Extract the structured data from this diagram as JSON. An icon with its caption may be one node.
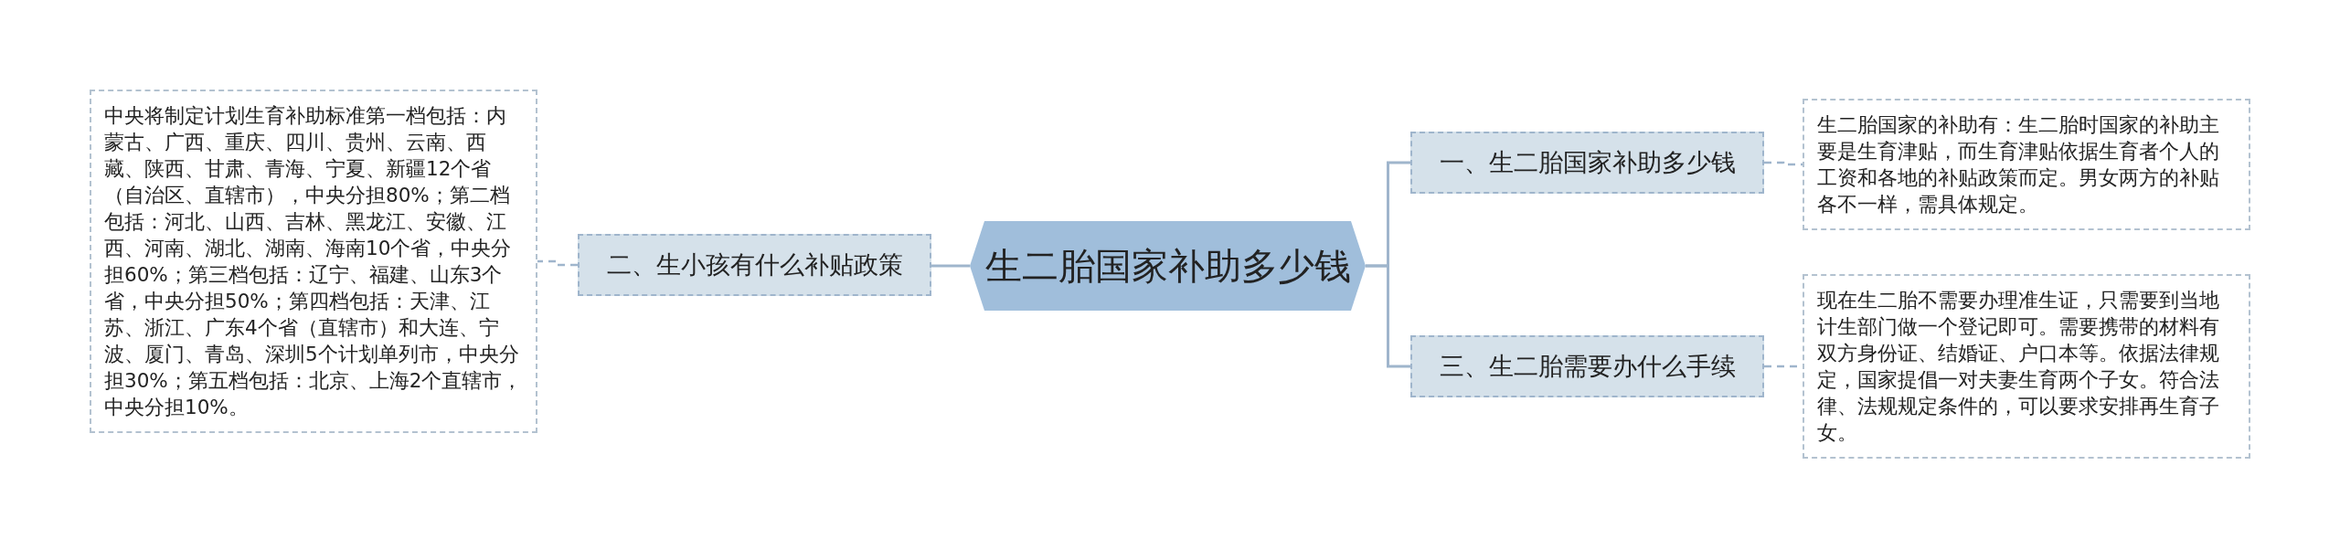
{
  "diagram": {
    "nodes": [
      {
        "text": [
          "生二胎国家补助多少钱"
        ]
      },
      {
        "text": [
          "一、生二胎国家补助多少钱"
        ]
      },
      {
        "text": [
          "生二胎国家的补助有：生二胎时国家的补助主要是生育津贴，而生育津贴依据生育者个人的工资和各地的补贴政策而定。男女两方的补贴各不一样，需具体规定。"
        ]
      },
      {
        "text": [
          "二、生小孩有什么补贴政策"
        ]
      },
      {
        "text": [
          "中央将制定计划生育补助标准第一档包括：内蒙古、广西、重庆、四川、贵州、云南、西藏、陕西、甘肃、青海、宁夏、新疆12个省（自治区、直辖市），中央分担80%；第二档包括：河北、山西、吉林、黑龙江、安徽、江西、河南、湖北、湖南、海南10个省，中央分担60%；第三档包括：辽宁、福建、山东3个省，中央分担50%；第四档包括：天津、江苏、浙江、广东4个省（直辖市）和大连、宁波、厦门、青岛、深圳5个计划单列市，中央分担30%；第五档包括：北京、上海2个直辖市，中央分担10%。"
        ]
      },
      {
        "text": [
          "三、生二胎需要办什么手续"
        ]
      },
      {
        "text": [
          "现在生二胎不需要办理准生证，只需要到当地计生部门做一个登记即可。需要携带的材料有双方身份证、结婚证、户口本等。依据法律规定，国家提倡一对夫妻生育两个子女。符合法律、法规规定条件的，可以要求安排再生育子女。"
        ]
      }
    ],
    "edges": [
      {
        "from": 0,
        "to": 1,
        "arrow": "none"
      },
      {
        "from": 1,
        "to": 2,
        "arrow": "none",
        "style": "dashed"
      },
      {
        "from": 0,
        "to": 3,
        "arrow": "none"
      },
      {
        "from": 3,
        "to": 4,
        "arrow": "none",
        "style": "dashed"
      },
      {
        "from": 0,
        "to": 5,
        "arrow": "none"
      },
      {
        "from": 5,
        "to": 6,
        "arrow": "none",
        "style": "dashed"
      }
    ]
  }
}
